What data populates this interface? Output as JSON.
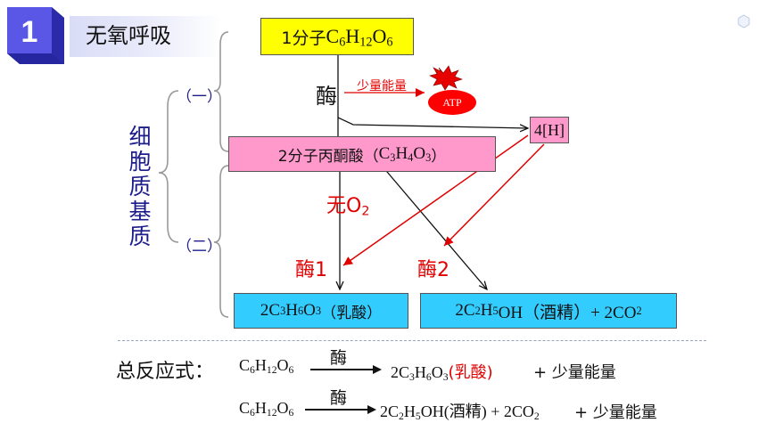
{
  "header": {
    "badge_number": "1",
    "title": "无氧呼吸"
  },
  "side": {
    "location": "细胞质基质",
    "stage_one": "（一）",
    "stage_two": "（二）"
  },
  "boxes": {
    "glucose": {
      "prefix": "1分子",
      "formula": [
        "C",
        "6",
        "H",
        "12",
        "O",
        "6"
      ]
    },
    "pyruvate": {
      "prefix": "2分子丙酮酸（",
      "formula": [
        "C",
        "3",
        "H",
        "4",
        "O",
        "3"
      ],
      "suffix": "）"
    },
    "h4": "4[H]",
    "lactic": {
      "coef": "2",
      "formula": [
        "C",
        "3",
        "H",
        "6",
        "O",
        "3"
      ],
      "name": "（乳酸）"
    },
    "ethanol": {
      "coef": "2",
      "formula": [
        "C",
        "2",
        "H",
        "5"
      ],
      "tail": "OH（酒精）+ 2CO",
      "tail_sub": "2"
    }
  },
  "labels": {
    "enzyme": "酶",
    "small_energy": "少量能量",
    "atp": "ATP",
    "no_o2_prefix": "无O",
    "no_o2_sub": "2",
    "enzyme1": "酶1",
    "enzyme2": "酶2"
  },
  "equations": {
    "label": "总反应式：",
    "enzyme": "酶",
    "eq1": {
      "reactant": [
        "C",
        "6",
        "H",
        "12",
        "O",
        "6"
      ],
      "product": [
        "2C",
        "3",
        "H",
        "6",
        "O",
        "3"
      ],
      "product_name": "(乳酸)",
      "energy": "+ 少量能量"
    },
    "eq2": {
      "reactant": [
        "C",
        "6",
        "H",
        "12",
        "O",
        "6"
      ],
      "product_a": [
        "2C",
        "2",
        "H",
        "5"
      ],
      "product_a_tail": "OH(酒精) + 2CO",
      "product_a_sub": "2",
      "energy": "+ 少量能量"
    }
  },
  "colors": {
    "glucose_box": "#ffff00",
    "pyruvate_box": "#ff99cc",
    "product_box": "#33ccff",
    "arrow_red": "#e00000",
    "badge": "#5a57e6"
  }
}
